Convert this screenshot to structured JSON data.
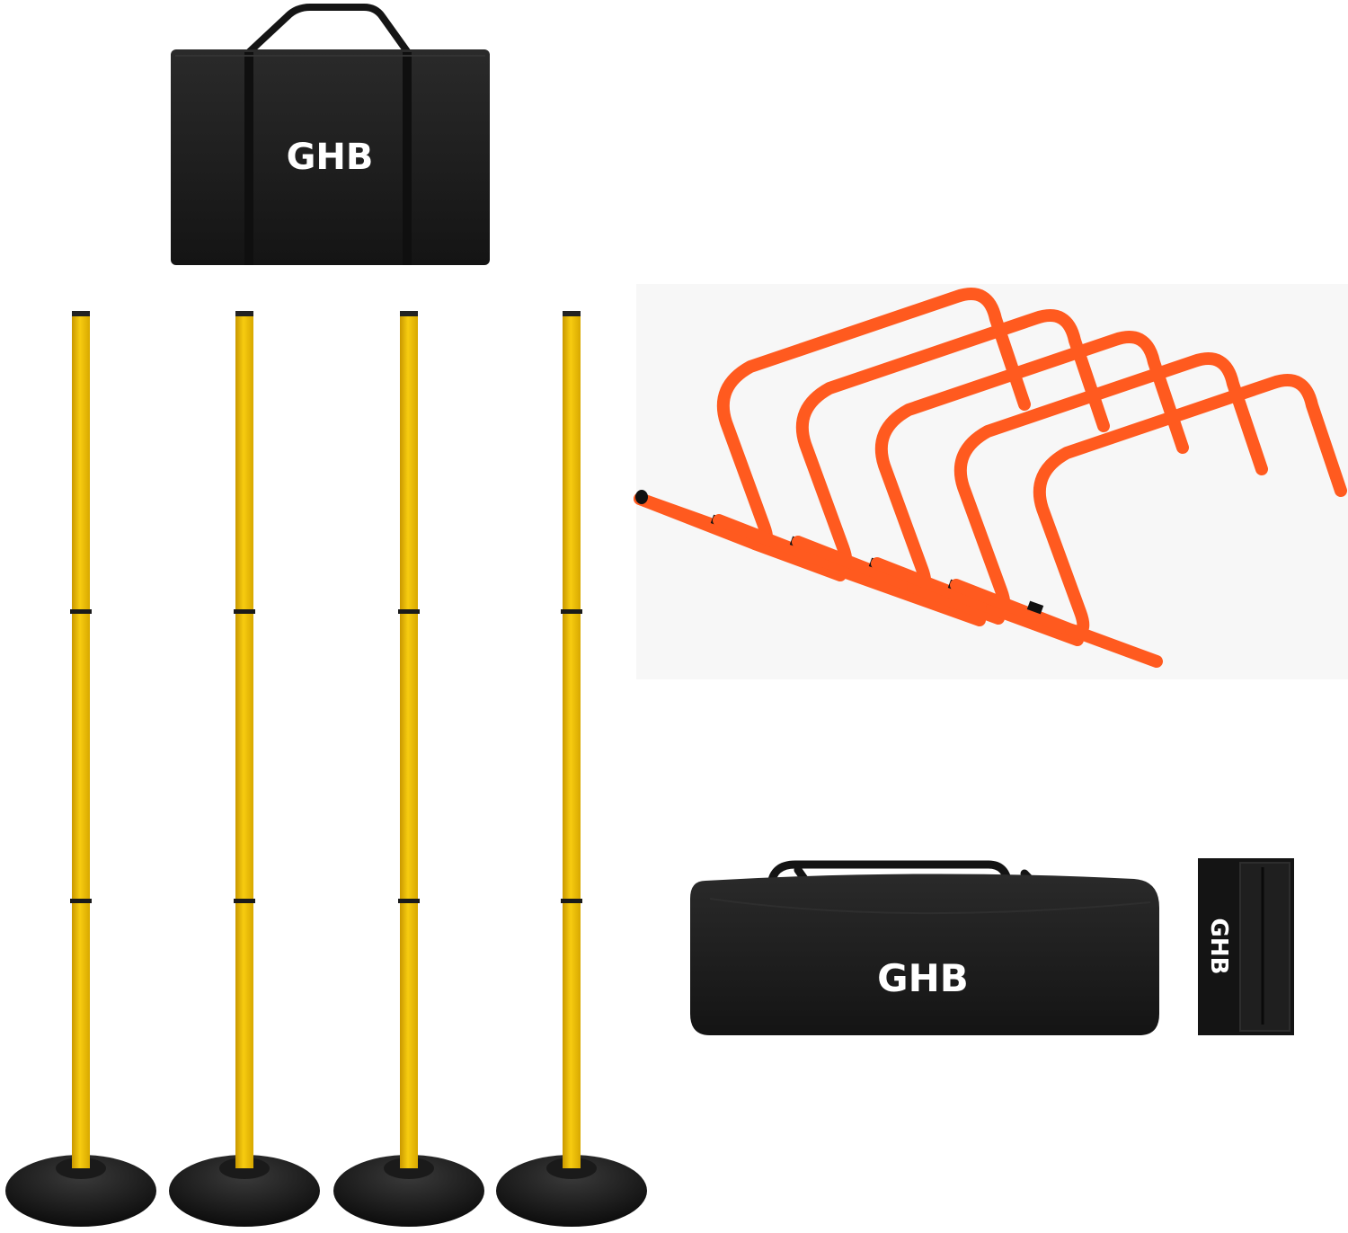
{
  "brand": {
    "logo_text": "GHB"
  },
  "products": {
    "pole_bag": {
      "logo": "GHB"
    },
    "duffel_bag": {
      "logo": "GHB"
    },
    "pouch": {
      "logo": "GHB"
    }
  },
  "colors": {
    "pole_yellow": "#f5c400",
    "hurdle_orange": "#ff5a1f",
    "bag_black": "#1c1c1c",
    "base_black": "#111111"
  },
  "counts": {
    "poles": 4,
    "hurdles": 5
  }
}
